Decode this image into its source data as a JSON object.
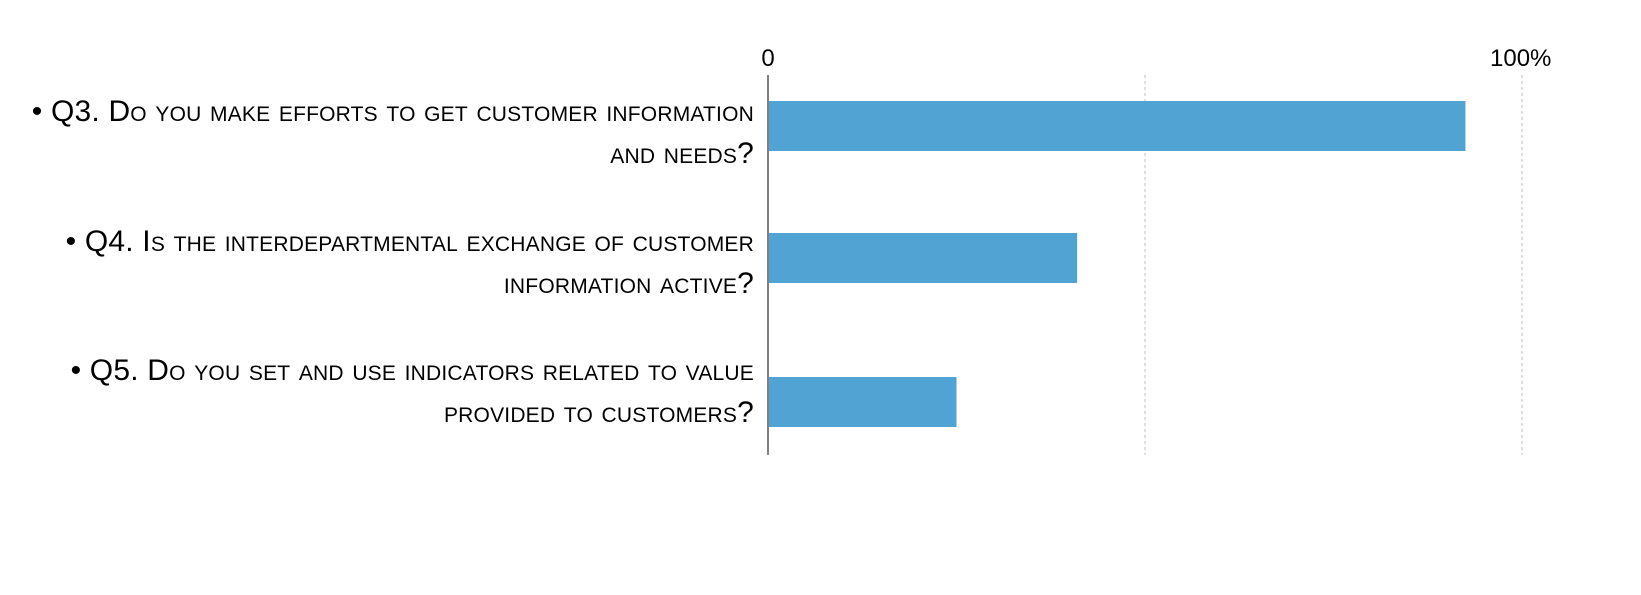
{
  "chart_data": {
    "type": "bar",
    "orientation": "horizontal",
    "categories": [
      "• Q3. Do you make efforts to get customer information and needs?",
      "• Q4. Is the interdepartmental exchange of customer information active?",
      "• Q5. Do you set and use indicators related to value provided to customers?"
    ],
    "values": [
      92.5,
      41,
      25
    ],
    "xlim": [
      0,
      100
    ],
    "ticks": [
      {
        "value": 0,
        "label": "0"
      },
      {
        "value": 100,
        "label": "100%"
      }
    ],
    "gridlines": [
      50,
      100
    ],
    "grid": true,
    "bar_color": "#51A3D3",
    "axis_color": "#808080",
    "grid_color": "#BFBFBF"
  }
}
